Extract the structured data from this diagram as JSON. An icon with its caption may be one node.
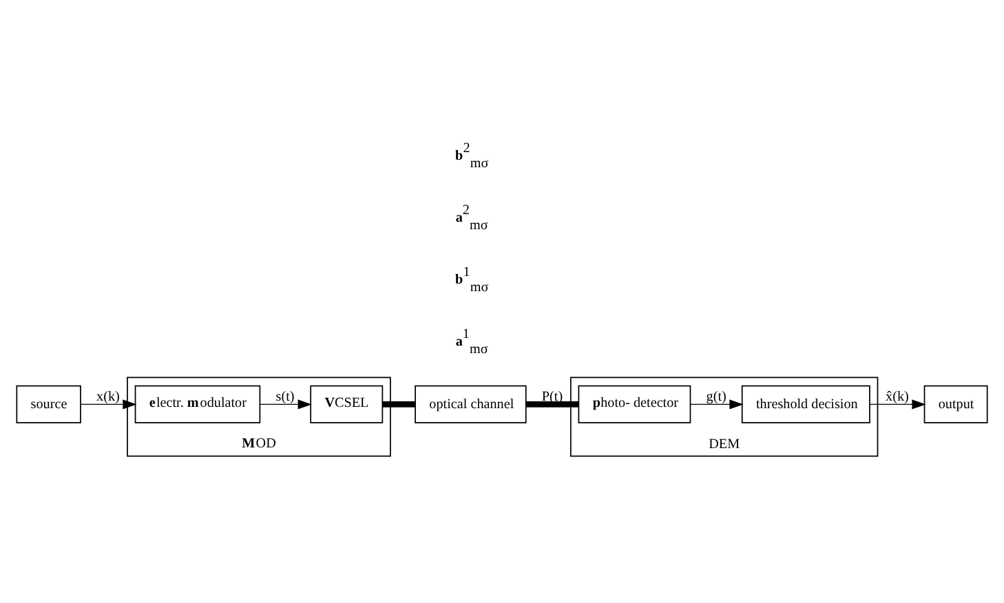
{
  "diagram": {
    "nodes": [
      {
        "text": [
          "source"
        ]
      },
      {
        "text": [
          "**M**OD"
        ]
      },
      {
        "text": [
          "**e**lectr. **m**odulator"
        ],
        "in": 1
      },
      {
        "text": [
          "**V**CSEL"
        ],
        "in": 1
      },
      {
        "text": [
          "optical channel"
        ]
      },
      {
        "text": [
          "DEM"
        ]
      },
      {
        "text": [
          "threshold decision"
        ],
        "in": 5
      },
      {
        "text": [
          "**p**hoto- detector"
        ],
        "in": 5
      },
      {
        "text": [
          "output"
        ]
      }
    ],
    "edges": [
      {
        "from": 0,
        "to": 2,
        "arrow": "to",
        "label": "x(k)"
      },
      {
        "from": 2,
        "to": 3,
        "arrow": "to",
        "label": "s(t)"
      },
      {
        "from": 3,
        "to": 4,
        "arrow": "none",
        "style": "thick"
      },
      {
        "from": 4,
        "to": 7,
        "arrow": "none",
        "style": "thick",
        "label": "P(t)"
      },
      {
        "from": 7,
        "to": 6,
        "arrow": "to",
        "label": "g(t)"
      },
      {
        "from": 6,
        "to": 8,
        "arrow": "to",
        "label": "x̂(k)"
      }
    ],
    "labels": [
      "**a**$^{1}$$_{mσ}$",
      "**b**$^{1}$$_{mσ}$",
      "**a**$^{2}$$_{mσ}$",
      "**b**$^{2}$$_{mσ}$"
    ]
  }
}
